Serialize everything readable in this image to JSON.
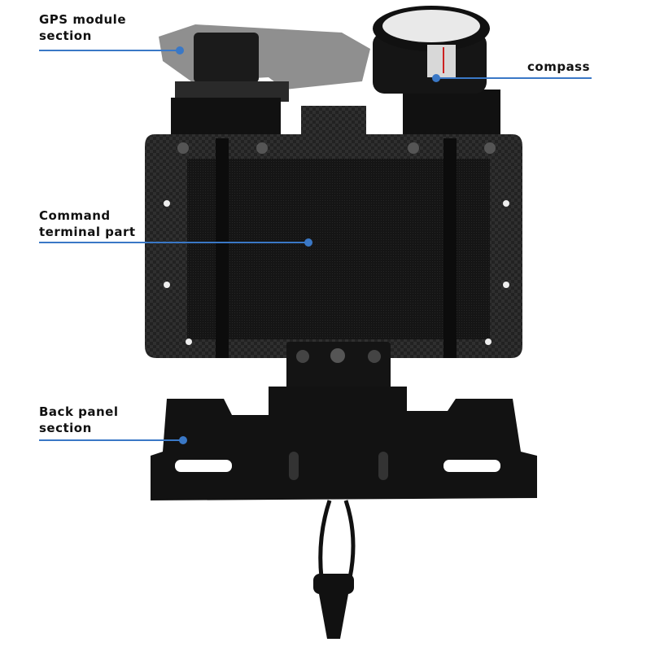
{
  "callouts": {
    "gps": {
      "line1": "GPS module",
      "line2": "section"
    },
    "compass": {
      "text": "compass"
    },
    "command": {
      "line1": "Command",
      "line2": "terminal part"
    },
    "back": {
      "line1": "Back panel",
      "line2": "section"
    }
  },
  "colors": {
    "callout_line": "#3a78c6",
    "carbon": "#1c1c1c",
    "gps_plate": "#8e8e8e"
  }
}
